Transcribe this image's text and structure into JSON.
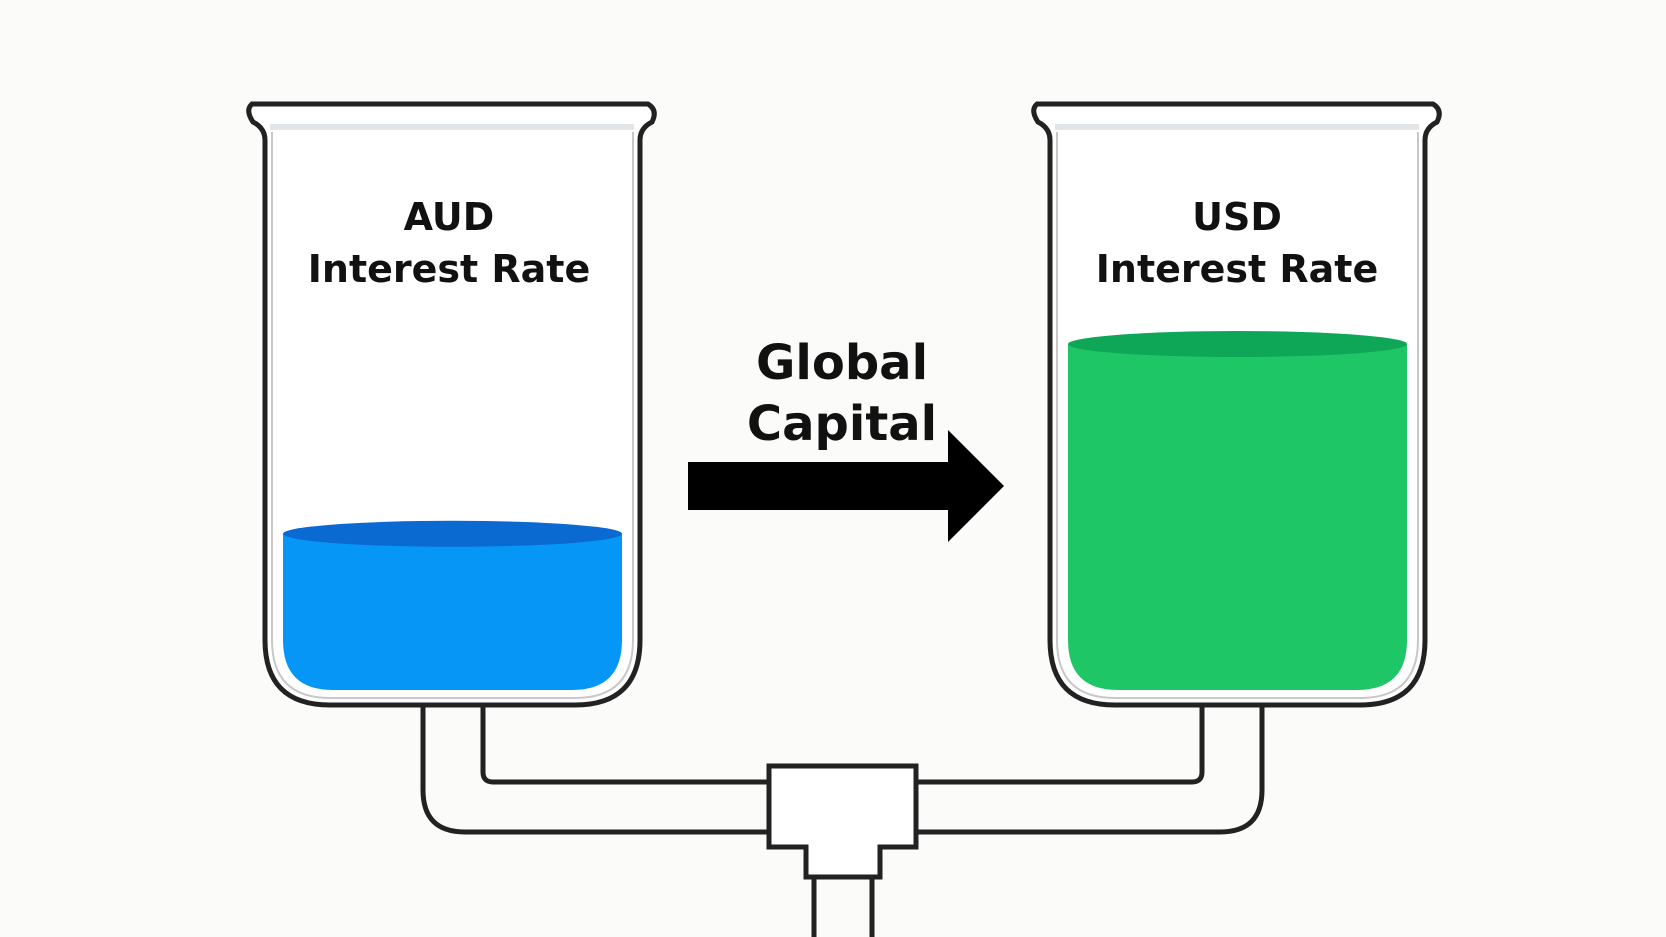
{
  "beakers": {
    "left": {
      "line1": "AUD",
      "line2": "Interest Rate",
      "liquid_color": "#0596f6",
      "liquid_top_color": "#0b6ad2",
      "fill_level": 0.28
    },
    "right": {
      "line1": "USD",
      "line2": "Interest Rate",
      "liquid_color": "#1fc666",
      "liquid_top_color": "#0ea757",
      "fill_level": 0.62
    }
  },
  "flow": {
    "line1": "Global",
    "line2": "Capital",
    "direction": "left-to-right",
    "arrow_color": "#000000"
  },
  "colors": {
    "outline": "#222222",
    "background": "#fbfbf9",
    "glass": "#ffffff"
  }
}
